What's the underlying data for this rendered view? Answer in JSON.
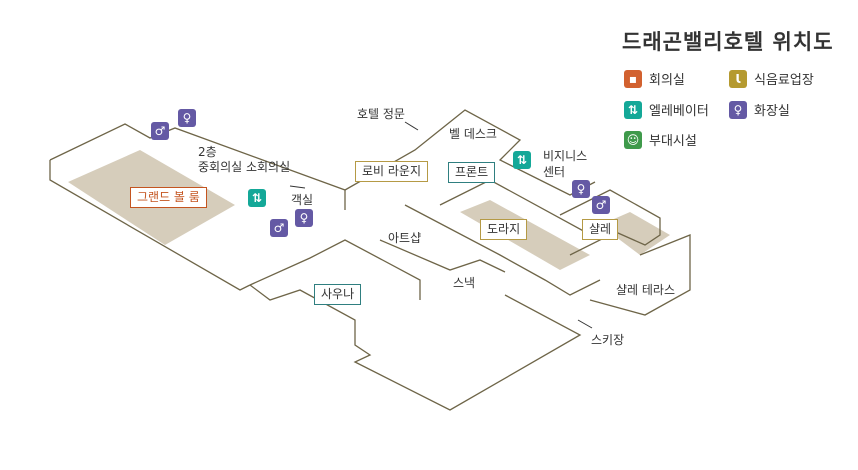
{
  "title": "드래곤밸리호텔 위치도",
  "legend": [
    {
      "label": "회의실",
      "icon": "meeting-room-icon",
      "color": "#d2612f"
    },
    {
      "label": "식음료업장",
      "icon": "restaurant-icon",
      "color": "#b59a30"
    },
    {
      "label": "엘레베이터",
      "icon": "elevator-icon",
      "color": "#14a898"
    },
    {
      "label": "화장실",
      "icon": "restroom-icon",
      "color": "#6459a4"
    },
    {
      "label": "부대시설",
      "icon": "facilities-icon",
      "color": "#3f9a4b"
    }
  ],
  "places": {
    "grand_ballroom": "그랜드 볼 룸",
    "floor2": "2층",
    "meeting_rooms": "중회의실 소회의실",
    "guest_rooms": "객실",
    "main_entrance": "호텔 정문",
    "lobby_lounge": "로비 라운지",
    "bell_desk": "벨 데스크",
    "front": "프론트",
    "business_center_1": "비지니스",
    "business_center_2": "센터",
    "art_shop": "아트샵",
    "sauna": "사우나",
    "doraji": "도라지",
    "chalet": "샬레",
    "snack": "스낵",
    "chalet_terrace": "샬레 테라스",
    "ski_resort": "스키장"
  }
}
